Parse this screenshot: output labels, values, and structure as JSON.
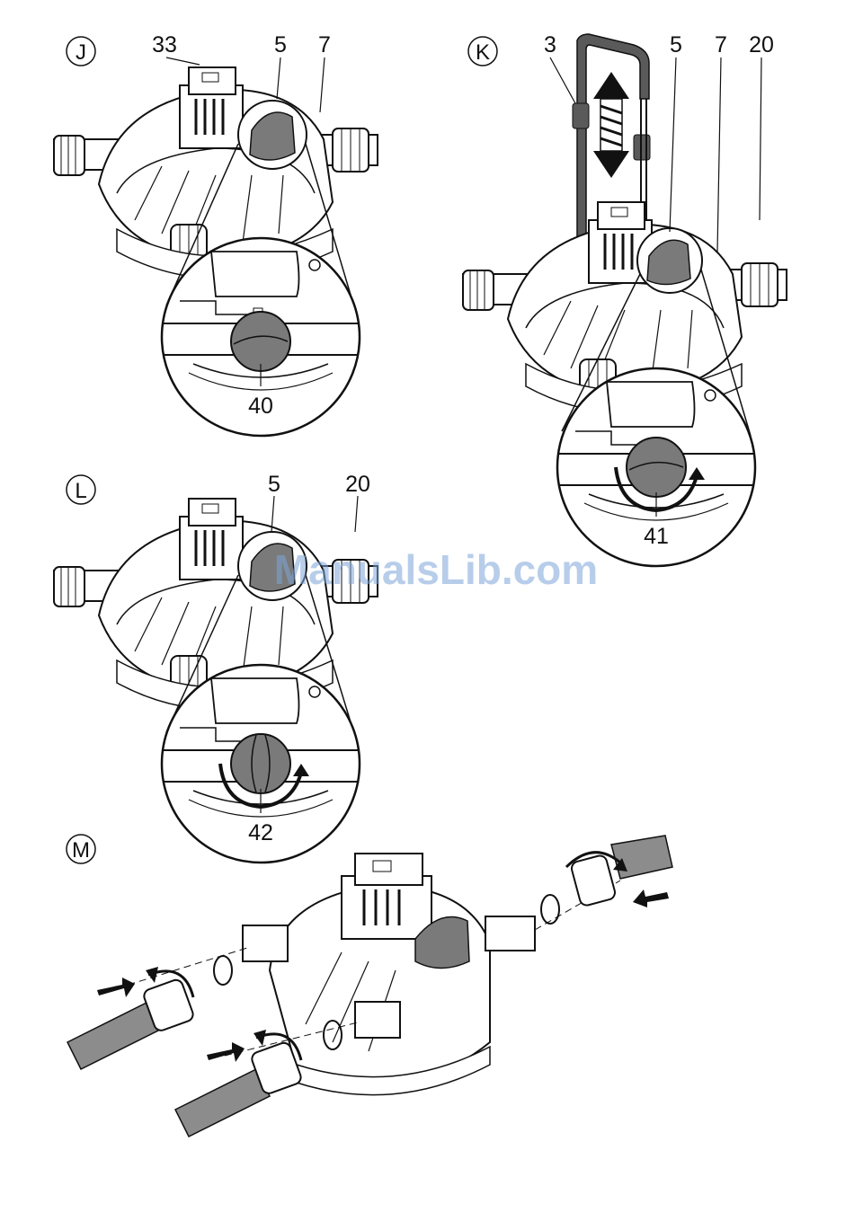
{
  "panels": {
    "j": {
      "letter": "J",
      "callouts": {
        "c33": "33",
        "c5": "5",
        "c7": "7",
        "c40": "40"
      }
    },
    "k": {
      "letter": "K",
      "callouts": {
        "c3": "3",
        "c5": "5",
        "c7": "7",
        "c20": "20",
        "c41": "41"
      }
    },
    "l": {
      "letter": "L",
      "callouts": {
        "c5": "5",
        "c20": "20",
        "c42": "42"
      }
    },
    "m": {
      "letter": "M"
    }
  },
  "watermark": "ManualsLib.com",
  "colors": {
    "line": "#111111",
    "knob": "#7a7a7a",
    "hose": "#8c8c8c",
    "handle": "#5a5a5a"
  }
}
